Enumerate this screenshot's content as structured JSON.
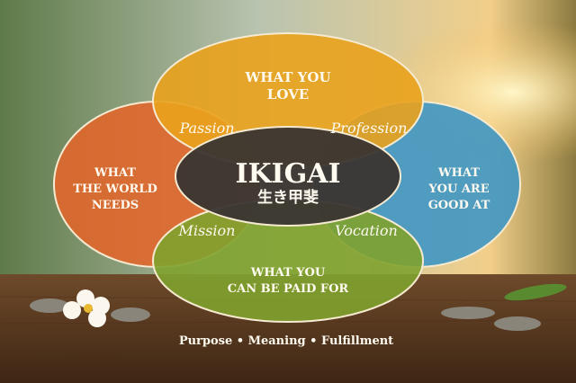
{
  "center": {
    "title": "IKIGAI",
    "subtitle": "生き甲斐"
  },
  "circles": {
    "love": [
      "WHAT YOU",
      "LOVE"
    ],
    "world": [
      "WHAT",
      "THE WORLD",
      "NEEDS"
    ],
    "good": [
      "WHAT",
      "YOU ARE",
      "GOOD AT"
    ],
    "paid": [
      "WHAT YOU",
      "CAN BE PAID FOR"
    ]
  },
  "overlaps": {
    "passion": "Passion",
    "profession": "Profession",
    "mission": "Mission",
    "vocation": "Vocation"
  },
  "tagline": "Purpose • Meaning • Fulfillment",
  "colors": {
    "love": "#e9a21c",
    "world": "#e0672c",
    "good": "#3f97c4",
    "paid": "#7fa22e",
    "center": "#3a3532"
  }
}
